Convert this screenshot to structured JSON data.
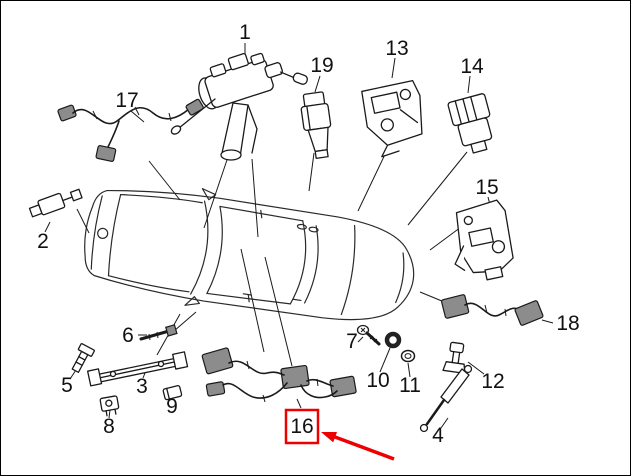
{
  "diagram": {
    "kind": "exploded-parts-diagram",
    "colors": {
      "background": "#ffffff",
      "line": "#1a1a1a",
      "highlight": "#ee0000"
    },
    "highlighted_callout": "16",
    "callouts": [
      {
        "label": "1"
      },
      {
        "label": "2"
      },
      {
        "label": "3"
      },
      {
        "label": "4"
      },
      {
        "label": "5"
      },
      {
        "label": "6"
      },
      {
        "label": "7"
      },
      {
        "label": "8"
      },
      {
        "label": "9"
      },
      {
        "label": "10"
      },
      {
        "label": "11"
      },
      {
        "label": "12"
      },
      {
        "label": "13"
      },
      {
        "label": "14"
      },
      {
        "label": "15"
      },
      {
        "label": "16"
      },
      {
        "label": "17"
      },
      {
        "label": "18"
      },
      {
        "label": "19"
      }
    ]
  }
}
